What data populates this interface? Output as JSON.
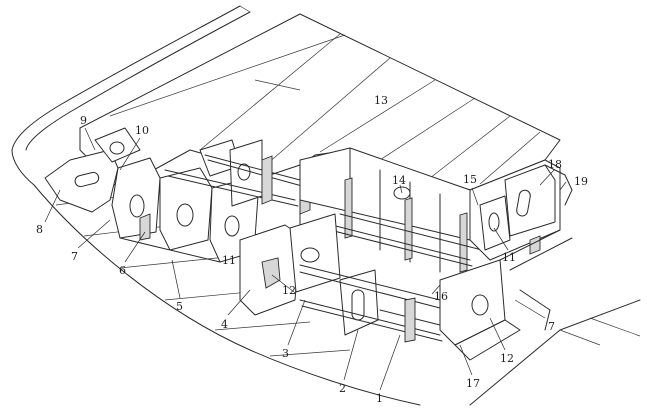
{
  "figure": {
    "labels": [
      {
        "id": "l1",
        "text": "1"
      },
      {
        "id": "l2",
        "text": "2"
      },
      {
        "id": "l3",
        "text": "3"
      },
      {
        "id": "l4",
        "text": "4"
      },
      {
        "id": "l5",
        "text": "5"
      },
      {
        "id": "l6",
        "text": "6"
      },
      {
        "id": "l7a",
        "text": "7"
      },
      {
        "id": "l7b",
        "text": "7"
      },
      {
        "id": "l8",
        "text": "8"
      },
      {
        "id": "l9",
        "text": "9"
      },
      {
        "id": "l10",
        "text": "10"
      },
      {
        "id": "l11a",
        "text": "11"
      },
      {
        "id": "l11b",
        "text": "11"
      },
      {
        "id": "l12a",
        "text": "12"
      },
      {
        "id": "l12b",
        "text": "12"
      },
      {
        "id": "l13",
        "text": "13"
      },
      {
        "id": "l14",
        "text": "14"
      },
      {
        "id": "l15",
        "text": "15"
      },
      {
        "id": "l16",
        "text": "16"
      },
      {
        "id": "l17",
        "text": "17"
      },
      {
        "id": "l18",
        "text": "18"
      },
      {
        "id": "l19",
        "text": "19"
      }
    ]
  }
}
